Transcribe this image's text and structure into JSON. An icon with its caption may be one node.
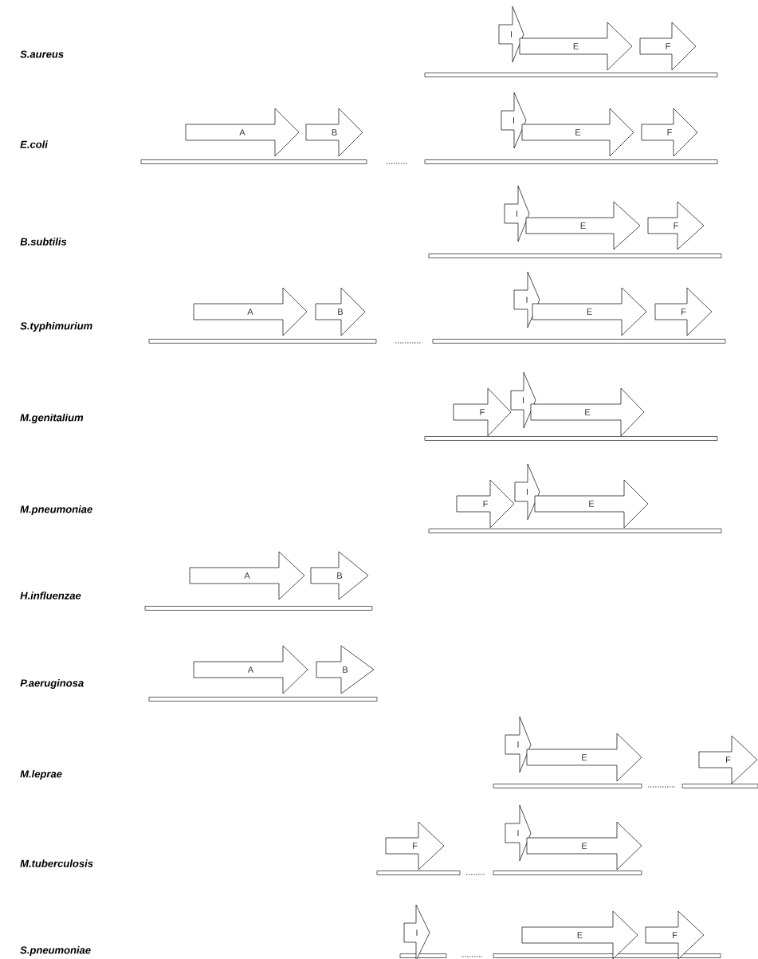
{
  "diagram": {
    "nodes": [
      {
        "text": [
          "I"
        ]
      },
      {
        "text": [
          "E"
        ]
      },
      {
        "text": [
          "F"
        ]
      },
      {
        "text": [
          "A"
        ]
      },
      {
        "text": [
          "B"
        ]
      },
      {
        "text": [
          "I"
        ]
      },
      {
        "text": [
          "E"
        ]
      },
      {
        "text": [
          "F"
        ]
      },
      {
        "text": [
          "I"
        ]
      },
      {
        "text": [
          "E"
        ]
      },
      {
        "text": [
          "F"
        ]
      },
      {
        "text": [
          "A"
        ]
      },
      {
        "text": [
          "B"
        ]
      },
      {
        "text": [
          "I"
        ]
      },
      {
        "text": [
          "E"
        ]
      },
      {
        "text": [
          "F"
        ]
      },
      {
        "text": [
          "F"
        ]
      },
      {
        "text": [
          "I"
        ]
      },
      {
        "text": [
          "E"
        ]
      },
      {
        "text": [
          "F"
        ]
      },
      {
        "text": [
          "I"
        ]
      },
      {
        "text": [
          "E"
        ]
      },
      {
        "text": [
          "A"
        ]
      },
      {
        "text": [
          "B"
        ]
      },
      {
        "text": [
          "A"
        ]
      },
      {
        "text": [
          "B"
        ]
      },
      {
        "text": [
          "I"
        ]
      },
      {
        "text": [
          "E"
        ]
      },
      {
        "text": [
          "F"
        ]
      },
      {
        "text": [
          "F"
        ]
      },
      {
        "text": [
          "I"
        ]
      },
      {
        "text": [
          "E"
        ]
      },
      {
        "text": [
          "I"
        ]
      },
      {
        "text": [
          "E"
        ]
      },
      {
        "text": [
          "F"
        ]
      }
    ],
    "labels": [
      "S.aureus",
      "E.coli",
      "B.subtilis",
      "S.typhimurium",
      "M.genitalium",
      "M.pneumoniae",
      "H.influenzae",
      "P.aeruginosa",
      "M.leprae",
      "M.tuberculosis",
      "S.pneumoniae"
    ]
  }
}
